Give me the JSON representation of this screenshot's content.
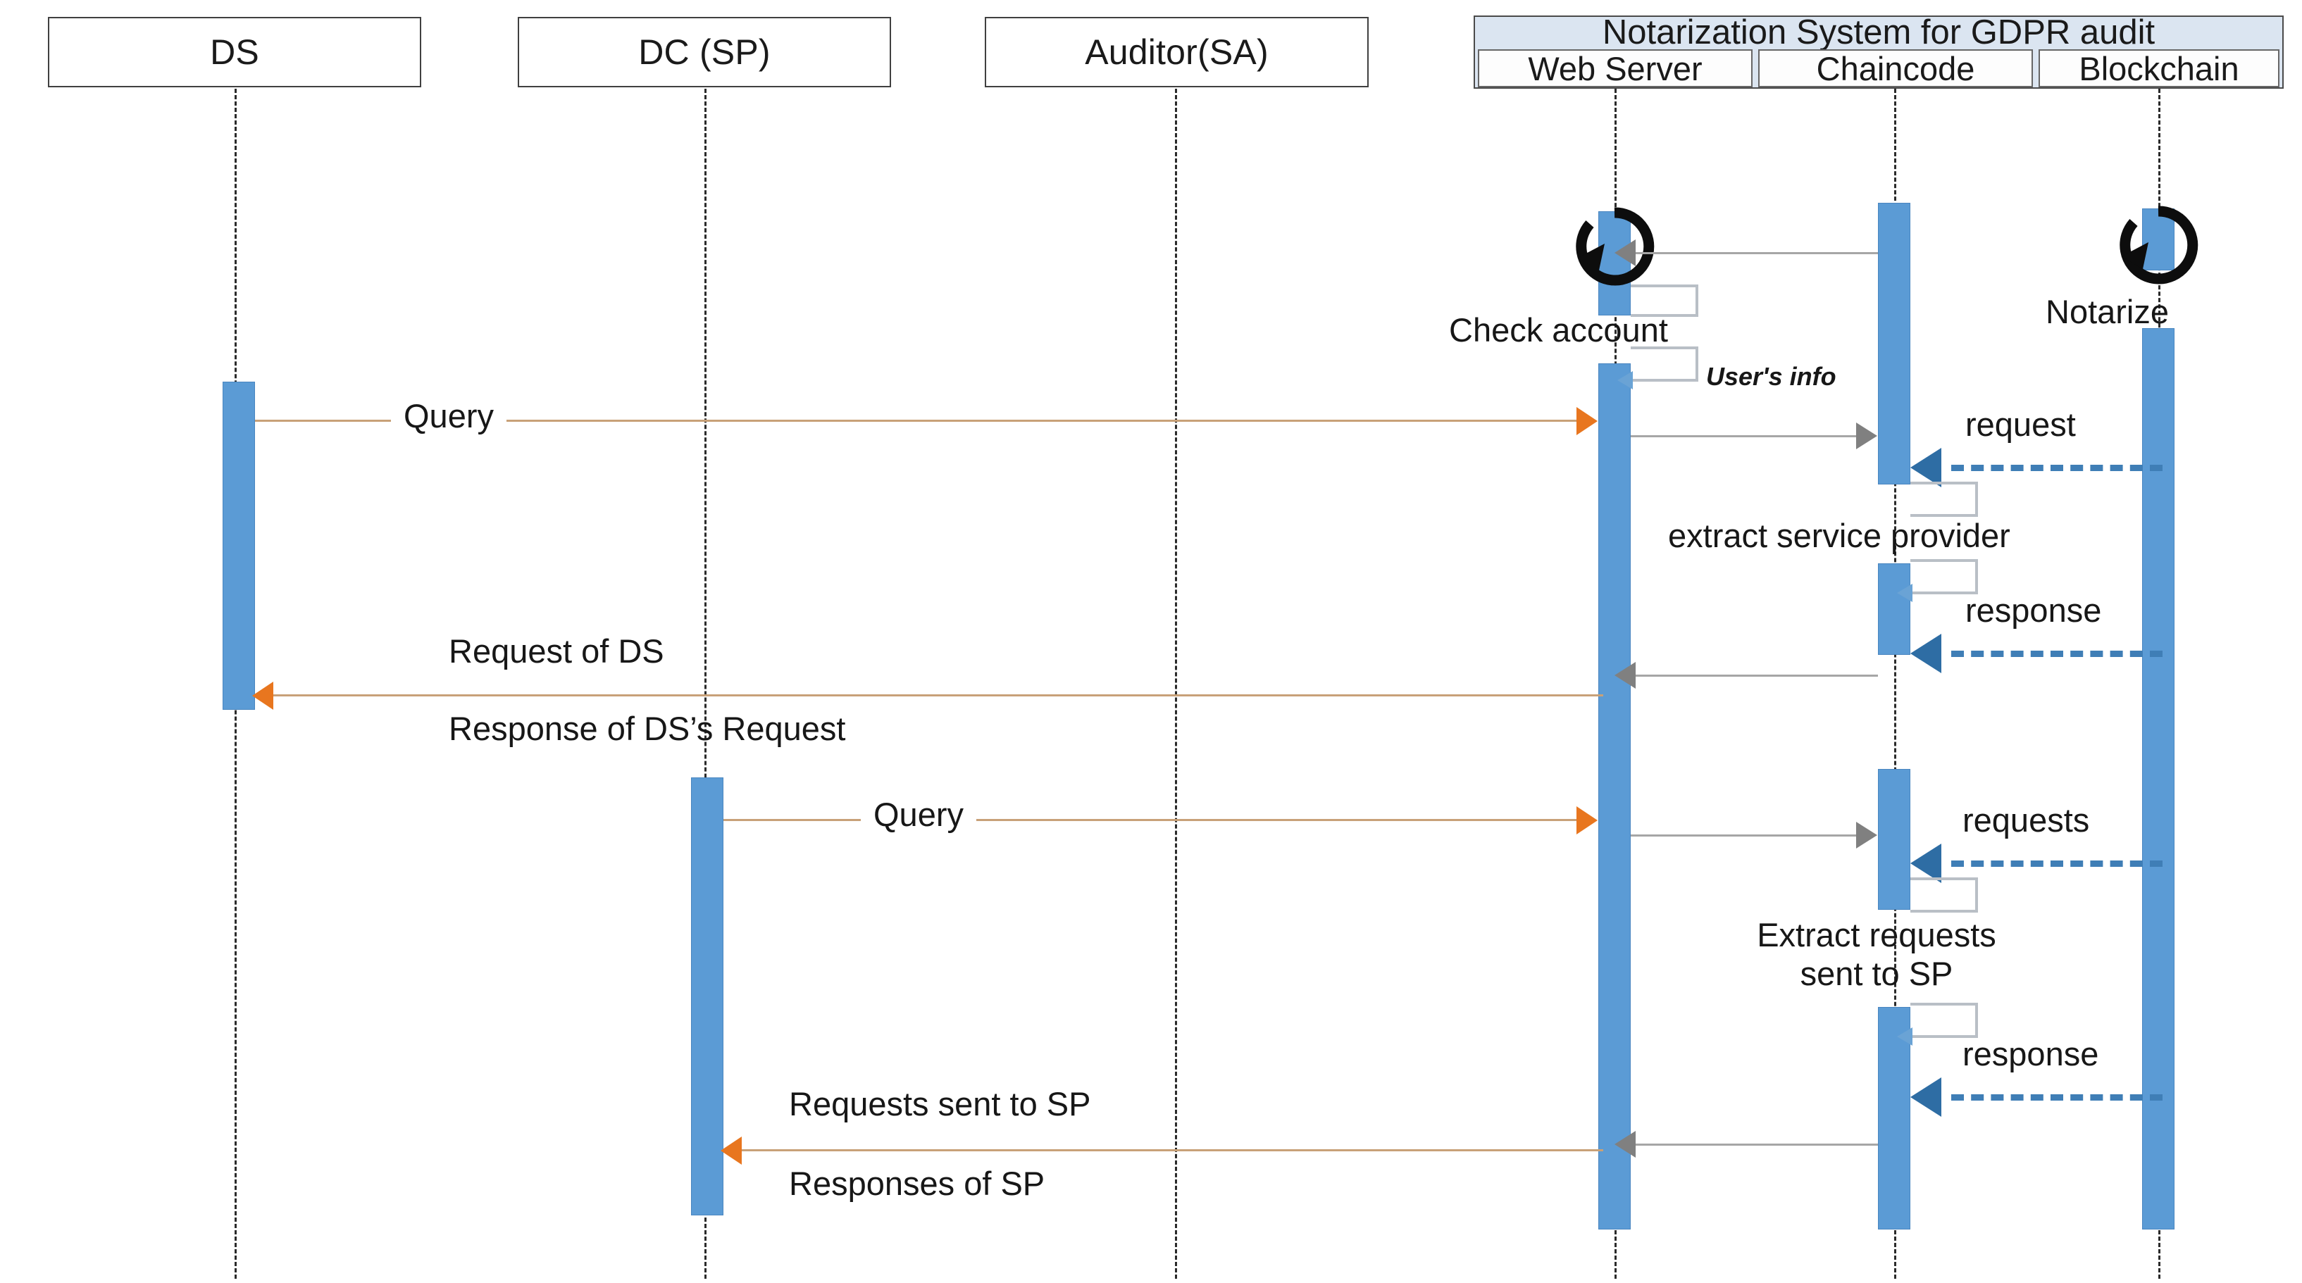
{
  "diagram": {
    "type": "uml-sequence-diagram",
    "title": "Notarization System for GDPR audit"
  },
  "lifelines": [
    {
      "id": "ds",
      "label": "DS"
    },
    {
      "id": "dc",
      "label": "DC (SP)"
    },
    {
      "id": "auditor",
      "label": "Auditor(SA)"
    },
    {
      "id": "webserver",
      "label": "Web Server"
    },
    {
      "id": "chaincode",
      "label": "Chaincode"
    },
    {
      "id": "blockchain",
      "label": "Blockchain"
    }
  ],
  "group": {
    "title": "Notarization System for GDPR audit",
    "members": [
      "Web Server",
      "Chaincode",
      "Blockchain"
    ]
  },
  "messages": [
    {
      "id": "m1",
      "label": "Check account",
      "kind": "self-loop",
      "from": "webserver",
      "to": "webserver"
    },
    {
      "id": "m2",
      "label": "Notarize",
      "kind": "self-loop",
      "from": "blockchain",
      "to": "blockchain"
    },
    {
      "id": "m3",
      "label": "",
      "kind": "return-gray",
      "from": "chaincode",
      "to": "webserver"
    },
    {
      "id": "m4",
      "label": "User's info",
      "kind": "self-return",
      "from": "webserver",
      "to": "webserver"
    },
    {
      "id": "m5",
      "label": "Query",
      "kind": "call-orange",
      "from": "ds",
      "to": "webserver"
    },
    {
      "id": "m6",
      "label": "",
      "kind": "call-gray",
      "from": "webserver",
      "to": "chaincode"
    },
    {
      "id": "m7",
      "label": "request",
      "kind": "return-dashed",
      "from": "blockchain",
      "to": "chaincode"
    },
    {
      "id": "m8",
      "label": "extract service provider",
      "kind": "self-return",
      "from": "chaincode",
      "to": "chaincode"
    },
    {
      "id": "m9",
      "label": "response",
      "kind": "return-dashed",
      "from": "blockchain",
      "to": "chaincode"
    },
    {
      "id": "m10",
      "label": "",
      "kind": "return-gray",
      "from": "chaincode",
      "to": "webserver"
    },
    {
      "id": "m11",
      "label": "Request of DS",
      "kind": "return-orange",
      "from": "webserver",
      "to": "ds"
    },
    {
      "id": "m12",
      "label": "Response of DS's Request",
      "kind": "annotation",
      "from": "webserver",
      "to": "ds"
    },
    {
      "id": "m13",
      "label": "Query",
      "kind": "call-orange",
      "from": "auditor",
      "to": "webserver"
    },
    {
      "id": "m14",
      "label": "",
      "kind": "call-gray",
      "from": "webserver",
      "to": "chaincode"
    },
    {
      "id": "m15",
      "label": "requests",
      "kind": "return-dashed",
      "from": "blockchain",
      "to": "chaincode"
    },
    {
      "id": "m16",
      "label": "Extract requests sent to SP",
      "kind": "self-return",
      "from": "chaincode",
      "to": "chaincode"
    },
    {
      "id": "m17",
      "label": "response",
      "kind": "return-dashed",
      "from": "blockchain",
      "to": "chaincode"
    },
    {
      "id": "m18",
      "label": "",
      "kind": "return-gray",
      "from": "chaincode",
      "to": "webserver"
    },
    {
      "id": "m19",
      "label": "Requests sent to SP",
      "kind": "return-orange",
      "from": "webserver",
      "to": "auditor"
    },
    {
      "id": "m20",
      "label": "Responses of SP",
      "kind": "annotation",
      "from": "webserver",
      "to": "auditor"
    }
  ],
  "labels": {
    "check_account": "Check account",
    "users_info": "User's info",
    "notarize": "Notarize",
    "query_1": "Query",
    "query_2": "Query",
    "request": "request",
    "requests": "requests",
    "response_1": "response",
    "response_2": "response",
    "extract_service_provider": "extract service provider",
    "extract_requests_sent_to_sp": "Extract requests\nsent to SP",
    "extract_requests_line1": "Extract requests",
    "extract_requests_line2": "sent to SP",
    "request_of_ds": "Request of DS",
    "response_of_ds_request": "Response of DS’s Request",
    "requests_sent_to_sp": "Requests sent to SP",
    "responses_of_sp": "Responses of SP"
  },
  "colors": {
    "activation_fill": "#5B9BD5",
    "activation_stroke": "#4A86C0",
    "group_header_fill": "#DBE5F1",
    "orange_arrow": "#E8761F",
    "orange_line": "#C8A178",
    "gray_arrow": "#808080",
    "blue_dashed": "#3F7EB6",
    "lifeline": "#2B2B2B",
    "box_stroke": "#404040",
    "text": "#171717"
  }
}
